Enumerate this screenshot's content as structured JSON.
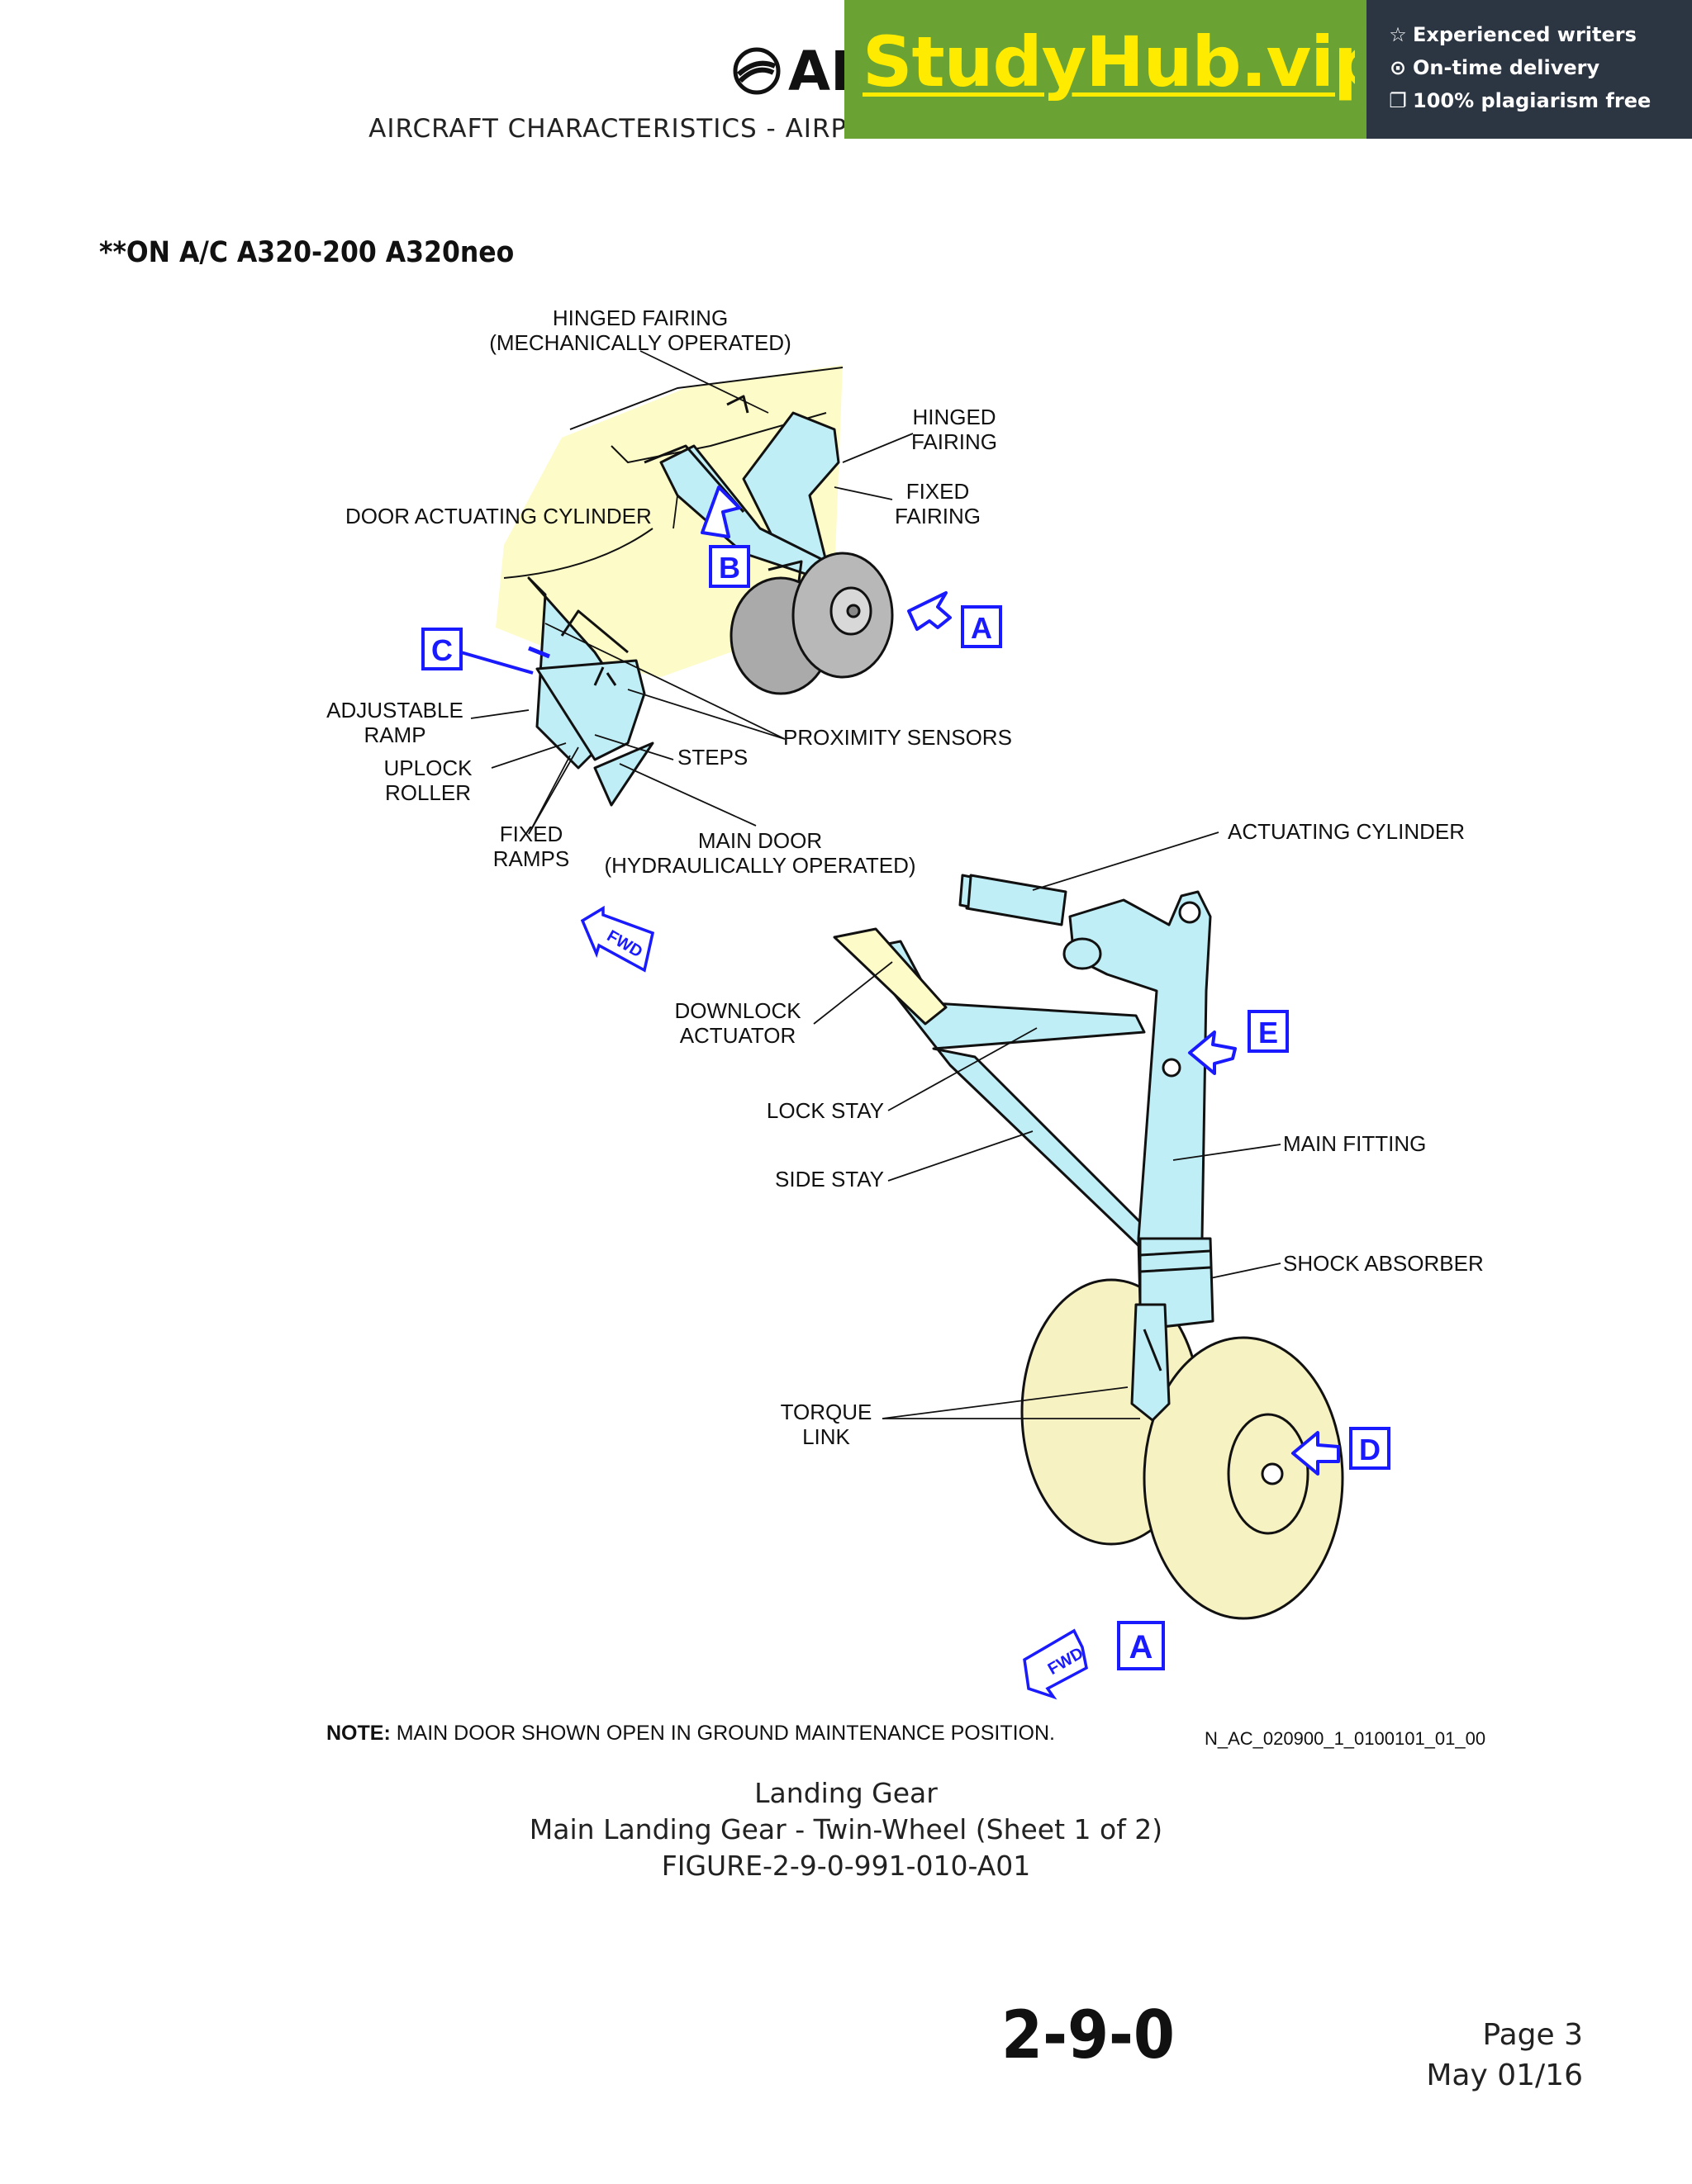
{
  "header": {
    "logo_text": "AI",
    "title": "AIRCRAFT CHARACTERISTICS - AIRPORT AND MAINTENANCE PLANNING"
  },
  "banner": {
    "brand": "StudyHub.vip",
    "features": [
      "Experienced writers",
      "On-time delivery",
      "100% plagiarism free"
    ],
    "icons": [
      "star-icon",
      "clock-icon",
      "copy-icon"
    ],
    "colors": {
      "green": "#6aa233",
      "brand_text": "#ffeb00",
      "dark": "#2c3542"
    }
  },
  "applicability": "**ON A/C A320-200 A320neo",
  "diagram": {
    "labels": {
      "hinged_fairing_mech": "HINGED FAIRING\n(MECHANICALLY OPERATED)",
      "hinged_fairing": "HINGED\nFAIRING",
      "fixed_fairing": "FIXED\nFAIRING",
      "door_actuating_cylinder": "DOOR ACTUATING CYLINDER",
      "adjustable_ramp": "ADJUSTABLE\nRAMP",
      "uplock_roller": "UPLOCK\nROLLER",
      "proximity_sensors": "PROXIMITY SENSORS",
      "steps": "STEPS",
      "fixed_ramps": "FIXED\nRAMPS",
      "main_door": "MAIN DOOR\n(HYDRAULICALLY OPERATED)",
      "actuating_cylinder": "ACTUATING CYLINDER",
      "downlock_actuator": "DOWNLOCK\nACTUATOR",
      "lock_stay": "LOCK STAY",
      "side_stay": "SIDE STAY",
      "main_fitting": "MAIN FITTING",
      "shock_absorber": "SHOCK ABSORBER",
      "torque_link": "TORQUE\nLINK"
    },
    "callouts": {
      "a1": "A",
      "b": "B",
      "c": "C",
      "e": "E",
      "d": "D",
      "a2": "A"
    },
    "fwd": "FWD",
    "colors": {
      "structure": "#bfeef6",
      "wheel": "#f7f2c2",
      "callout": "#1a1aff",
      "fuselage": "#fdfbc8"
    }
  },
  "note": {
    "label": "NOTE:",
    "text": "MAIN DOOR SHOWN OPEN IN GROUND MAINTENANCE POSITION."
  },
  "figure_ref": "N_AC_020900_1_0100101_01_00",
  "caption": {
    "line1": "Landing Gear",
    "line2": "Main Landing Gear - Twin-Wheel (Sheet 1 of 2)",
    "line3": "FIGURE-2-9-0-991-010-A01"
  },
  "footer": {
    "section": "2-9-0",
    "page": "Page 3",
    "date": "May 01/16"
  }
}
